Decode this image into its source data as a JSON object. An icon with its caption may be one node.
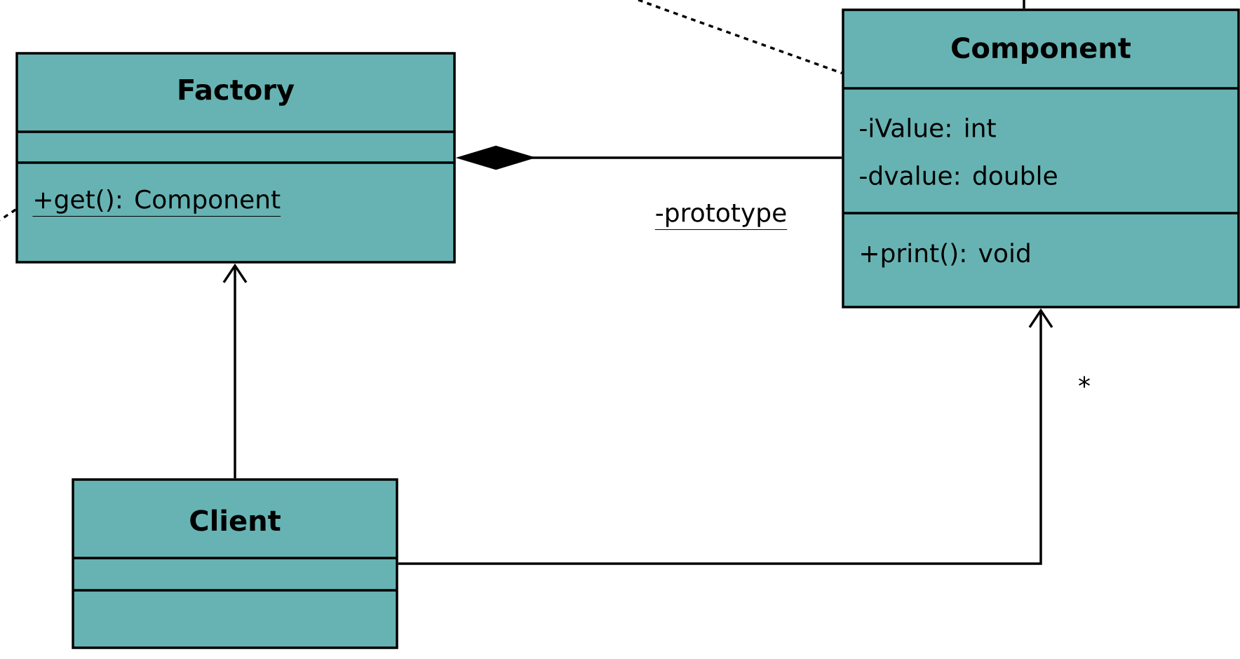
{
  "diagram": {
    "nodes": [
      {
        "text": [
          "Factory",
          "+get(): Component"
        ]
      },
      {
        "text": [
          "Component",
          "-iValue: int",
          "-dvalue: double",
          "+print(): void"
        ]
      },
      {
        "text": [
          "Client"
        ]
      }
    ],
    "edges": [
      {
        "from": 0,
        "to": 1,
        "arrow": "other",
        "label": "-prototype"
      },
      {
        "from": 2,
        "to": 0,
        "arrow": "to"
      },
      {
        "from": 2,
        "to": 1,
        "arrow": "to",
        "label": "*"
      },
      {
        "from": null,
        "to": 1,
        "arrow": "none",
        "style": "dashed"
      },
      {
        "from": 0,
        "to": null,
        "arrow": "none",
        "style": "dashed"
      },
      {
        "from": null,
        "to": 1,
        "arrow": "none"
      }
    ]
  }
}
